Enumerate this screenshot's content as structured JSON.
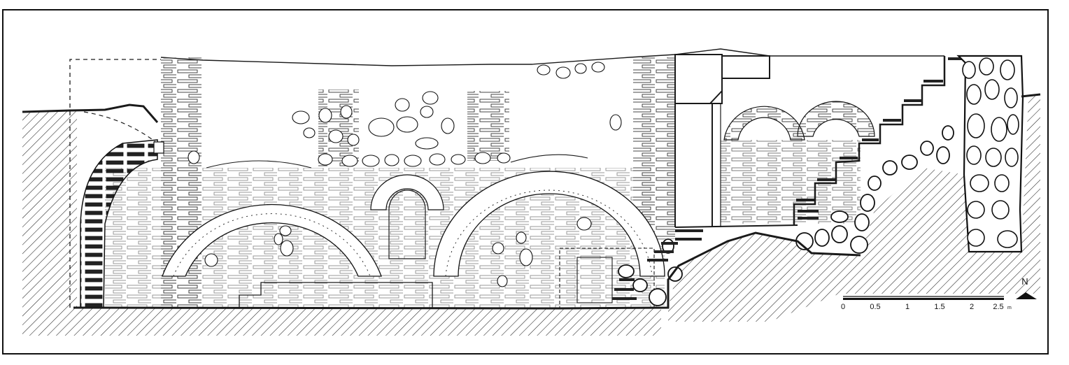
{
  "scale_bar": {
    "ticks": [
      "0",
      "0.5",
      "1",
      "1.5",
      "2",
      "2.5"
    ],
    "unit": "m"
  },
  "north_arrow": {
    "label": "N"
  }
}
